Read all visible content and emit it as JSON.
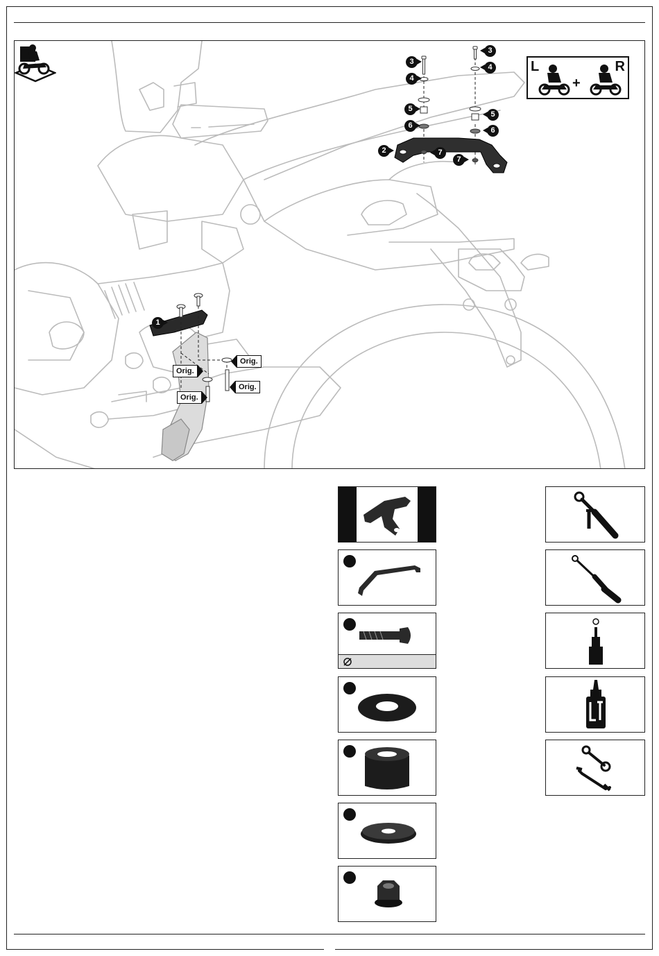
{
  "header": {
    "title": ""
  },
  "figure": {
    "lr_box": {
      "left": "L",
      "right": "R",
      "plus": "+"
    },
    "callouts": [
      {
        "id": "c3a",
        "text": "3"
      },
      {
        "id": "c3b",
        "text": "3"
      },
      {
        "id": "c4a",
        "text": "4"
      },
      {
        "id": "c4b",
        "text": "4"
      },
      {
        "id": "c5a",
        "text": "5"
      },
      {
        "id": "c5b",
        "text": "5"
      },
      {
        "id": "c6a",
        "text": "6"
      },
      {
        "id": "c6b",
        "text": "6"
      },
      {
        "id": "c2",
        "text": "2"
      },
      {
        "id": "c7a",
        "text": "7"
      },
      {
        "id": "c7b",
        "text": "7"
      },
      {
        "id": "c1",
        "text": "1"
      }
    ],
    "orig_labels": [
      "Orig.",
      "Orig.",
      "Orig.",
      "Orig."
    ]
  },
  "parts": [
    {
      "name": "bracket-main",
      "strip_icon": ""
    },
    {
      "name": "bracket-arm",
      "strip_icon": ""
    },
    {
      "name": "screw",
      "strip_icon": "torque-icon"
    },
    {
      "name": "washer",
      "strip_icon": ""
    },
    {
      "name": "spacer",
      "strip_icon": ""
    },
    {
      "name": "washer-large",
      "strip_icon": ""
    },
    {
      "name": "flange-nut",
      "strip_icon": ""
    }
  ],
  "tools": [
    "ratchet-screwdriver-icon",
    "torque-wrench-icon",
    "hex-bit-icon",
    "threadlocker-icon",
    "spanner-icon"
  ],
  "colors": {
    "ink": "#111111",
    "line": "#bbbbbb",
    "part": "#2a2a2a",
    "ghost": "#d9d9d9"
  }
}
